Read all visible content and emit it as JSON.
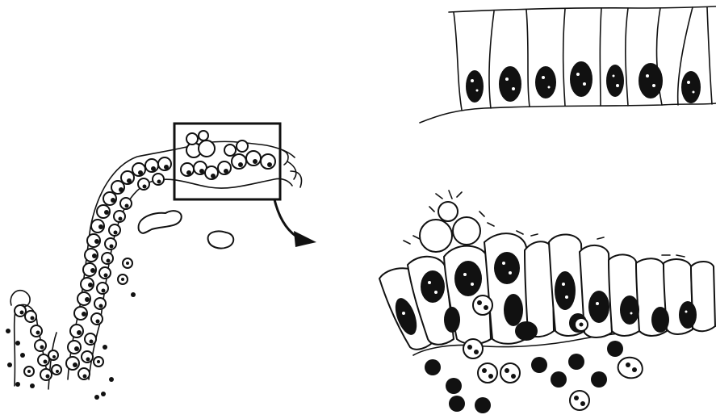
{
  "figure": {
    "panels": [
      {
        "id": "overview",
        "label": ""
      },
      {
        "id": "normal-epithelium",
        "label": ""
      },
      {
        "id": "inflamed-epithelium",
        "label": ""
      }
    ],
    "ink_color": "#111111",
    "background": "#ffffff",
    "magnify_arrow_icon": "arrow-right-icon"
  }
}
